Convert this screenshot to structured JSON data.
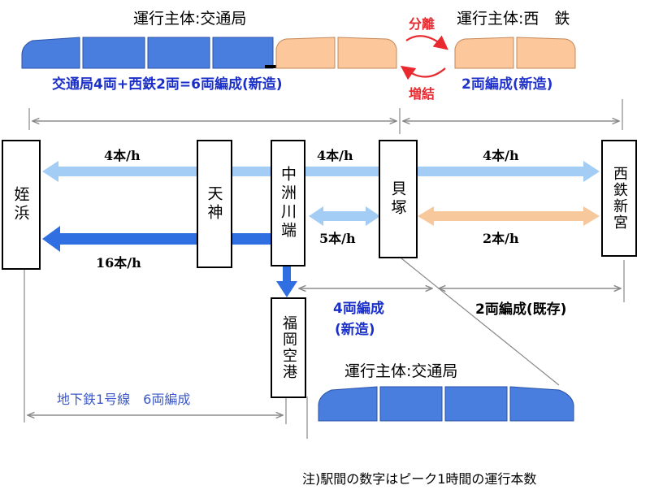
{
  "operators": {
    "top_left": "運行主体:交通局",
    "top_right": "運行主体:西　鉄",
    "bottom": "運行主体:交通局"
  },
  "couple": {
    "split": "分離",
    "join": "増結"
  },
  "formations": {
    "through": "交通局4両+西鉄2両=6両編成(新造)",
    "nishitetsu_new": "2両編成(新造)",
    "airport_branch": "4両編成",
    "airport_branch_note": "(新造)",
    "nishitetsu_existing": "2両編成(既存)",
    "subway_line1": "地下鉄1号線　6両編成"
  },
  "stations": {
    "meinohama": "姪浜",
    "tenjin": "天神",
    "nakasu_kawabata": "中洲川端",
    "kaizuka": "貝塚",
    "nishitetsu_shingu": "西鉄新宮",
    "fukuoka_airport": "福岡空港"
  },
  "frequencies": {
    "tenjin_to_meinohama_light": "4本/h",
    "nakasu_to_kaizuka": "4本/h",
    "kaizuka_to_shingu_light": "4本/h",
    "nakasu_kaizuka_shuttle": "5本/h",
    "kaizuka_shingu_shuttle": "2本/h",
    "tenjin_to_meinohama_dark": "16本/h"
  },
  "footnote": "注)駅間の数字はピーク1時間の運行本数",
  "colors": {
    "subway_blue": "#4a7ede",
    "nishitetsu_orange": "#fbc79b",
    "light_blue_arrow": "#a3cdf5",
    "dark_blue_arrow": "#2f6fe2",
    "light_orange_arrow": "#f7c89b",
    "through_text": "#1a2fc9",
    "nishitetsu_text": "#2233cc",
    "couple_red": "#e8292f"
  }
}
